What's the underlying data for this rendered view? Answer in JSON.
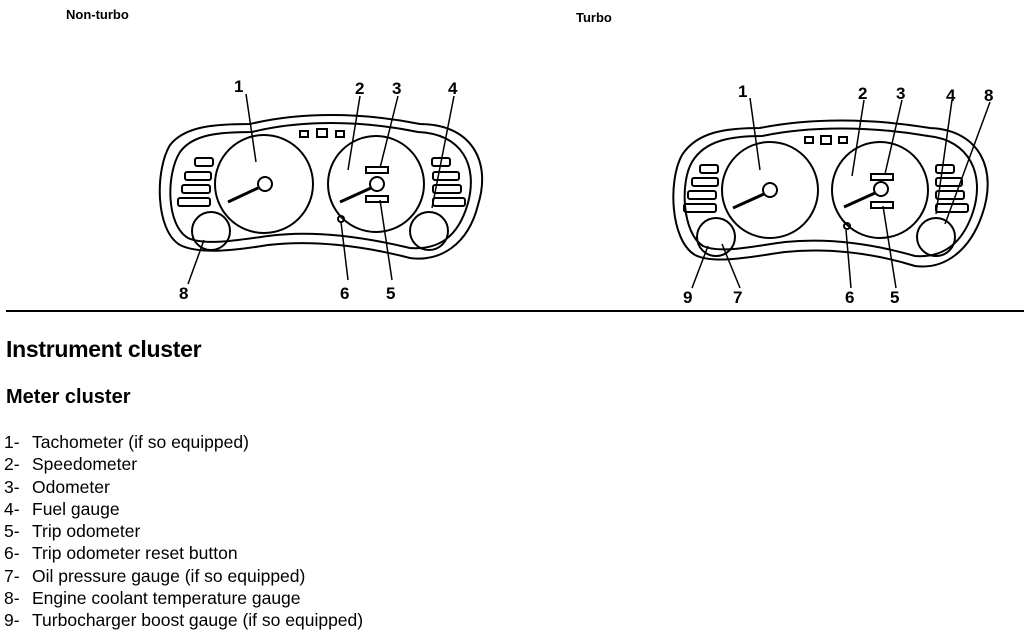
{
  "labels": {
    "non_turbo": "Non-turbo",
    "turbo": "Turbo"
  },
  "callouts": {
    "non_turbo": [
      "1",
      "2",
      "3",
      "4",
      "8",
      "6",
      "5"
    ],
    "turbo": [
      "1",
      "2",
      "3",
      "4",
      "8",
      "9",
      "7",
      "6",
      "5"
    ]
  },
  "title": "Instrument cluster",
  "subtitle": "Meter cluster",
  "legend": [
    {
      "num": "1-",
      "text": "Tachometer (if so equipped)"
    },
    {
      "num": "2-",
      "text": "Speedometer"
    },
    {
      "num": "3-",
      "text": "Odometer"
    },
    {
      "num": "4-",
      "text": "Fuel gauge"
    },
    {
      "num": "5-",
      "text": "Trip odometer"
    },
    {
      "num": "6-",
      "text": "Trip odometer reset button"
    },
    {
      "num": "7-",
      "text": "Oil pressure gauge (if so equipped)"
    },
    {
      "num": "8-",
      "text": "Engine coolant temperature gauge"
    },
    {
      "num": "9-",
      "text": "Turbocharger boost gauge (if so equipped)"
    }
  ]
}
